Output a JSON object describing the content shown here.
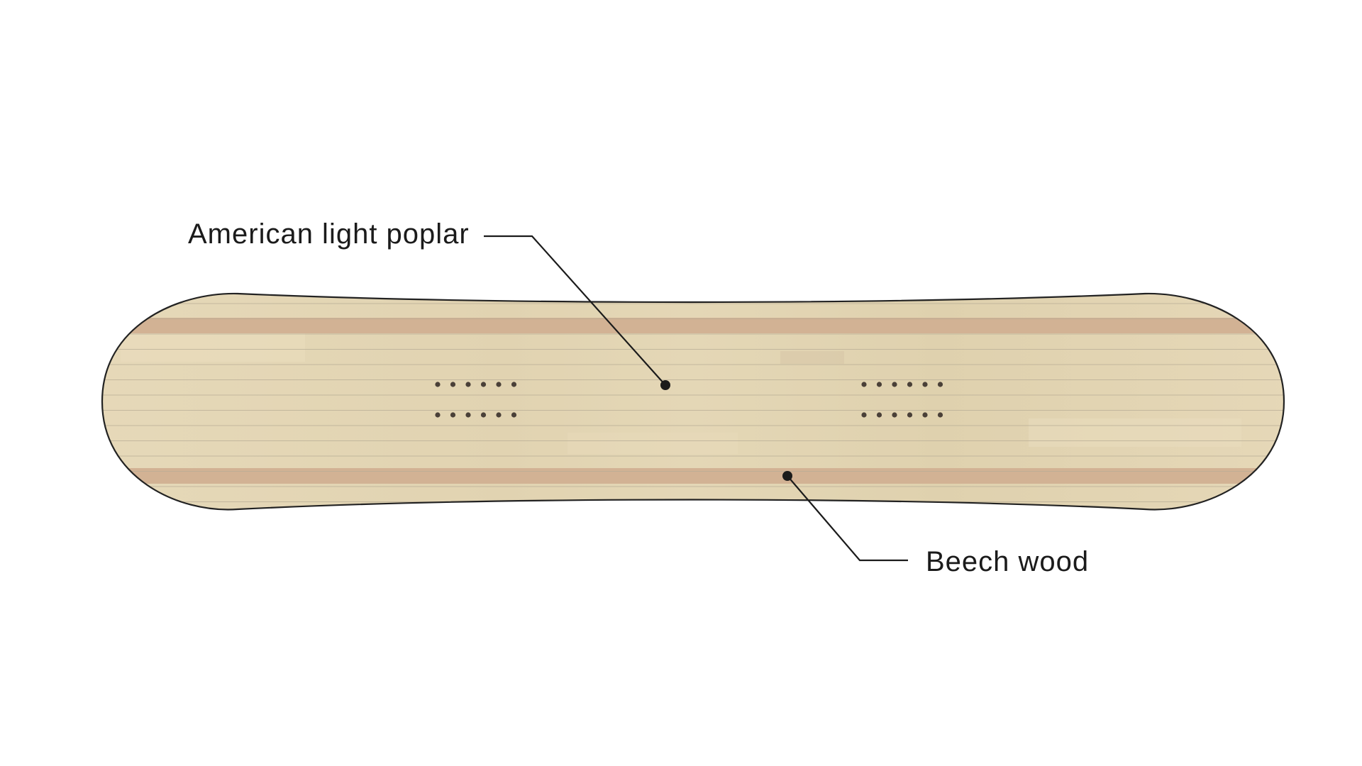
{
  "diagram": {
    "callouts": [
      {
        "id": "poplar",
        "label": "American light poplar"
      },
      {
        "id": "beech",
        "label": "Beech wood"
      }
    ],
    "colors": {
      "poplar_wood": "#e3d6b5",
      "beech_wood": "#d2b294",
      "outline": "#222222",
      "grain": "#b8ad96",
      "inserts": "#4a4038",
      "text": "#1b1b1b",
      "background": "#ffffff"
    }
  }
}
